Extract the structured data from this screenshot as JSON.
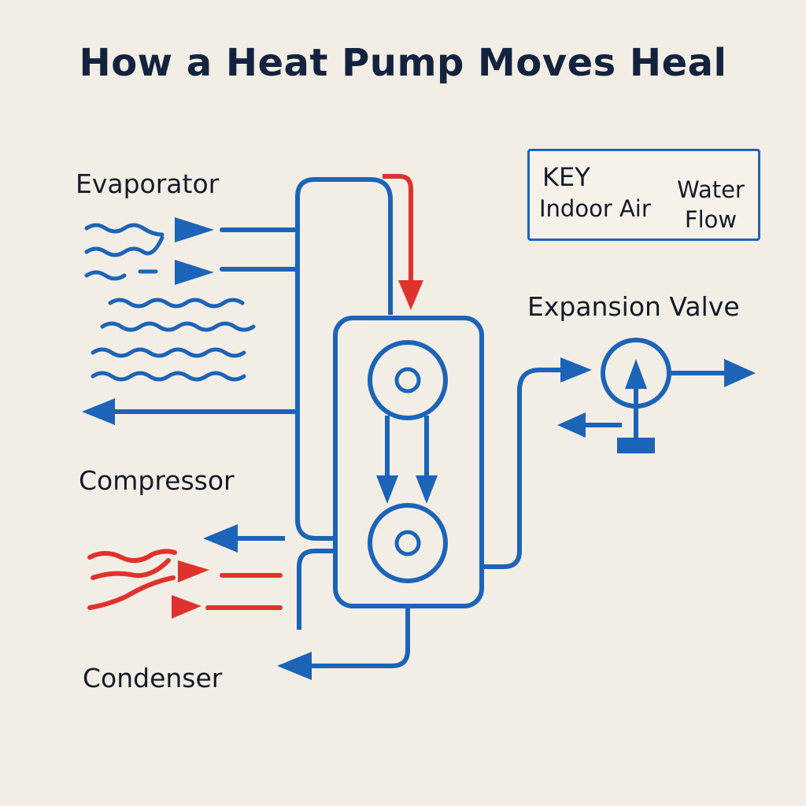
{
  "title": "How a Heat Pump Moves Heal",
  "labels": {
    "evaporator": "Evaporator",
    "compressor": "Compressor",
    "condenser": "Condenser",
    "expansion_valve": "Expansion Valve"
  },
  "key": {
    "title": "KEY",
    "item1": "Indoor Air",
    "item2": "Water Flow"
  },
  "colors": {
    "pipe_blue": "#1b64b8",
    "hot_red": "#e0322c",
    "background": "#f3eee5",
    "text": "#141a28"
  }
}
